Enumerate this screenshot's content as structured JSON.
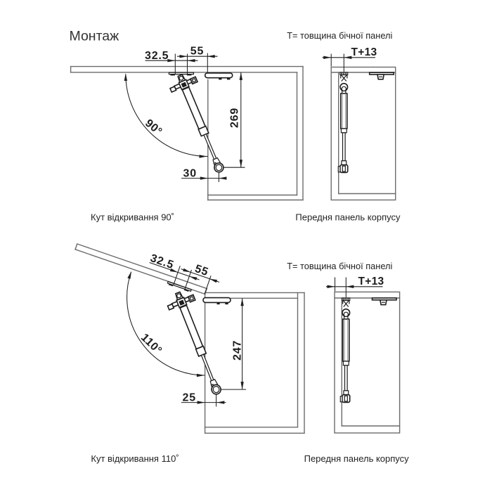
{
  "title": "Монтаж",
  "notes": {
    "row1": "Т= товщина бічної панелі",
    "row2": "Т= товщина бічної панелі"
  },
  "captions": {
    "row1_side": "Кут відкривання 90˚",
    "row1_front": "Передня панель корпусу",
    "row2_side": "Кут відкривання 110˚",
    "row2_front": "Передня панель корпусу"
  },
  "dims": {
    "row1": {
      "offset_a": "32.5",
      "offset_b": "55",
      "height": "269",
      "ball_offset": "30",
      "angle": "90°",
      "panel": "T+13"
    },
    "row2": {
      "offset_a": "32.5",
      "offset_b": "55",
      "height": "247",
      "ball_offset": "25",
      "angle": "110°",
      "panel": "T+13"
    }
  },
  "colors": {
    "background": "#ffffff",
    "structure_lines": "#6b6b6b",
    "part_lines": "#1d1d1d",
    "dimension_ink": "#1f1f1f"
  }
}
